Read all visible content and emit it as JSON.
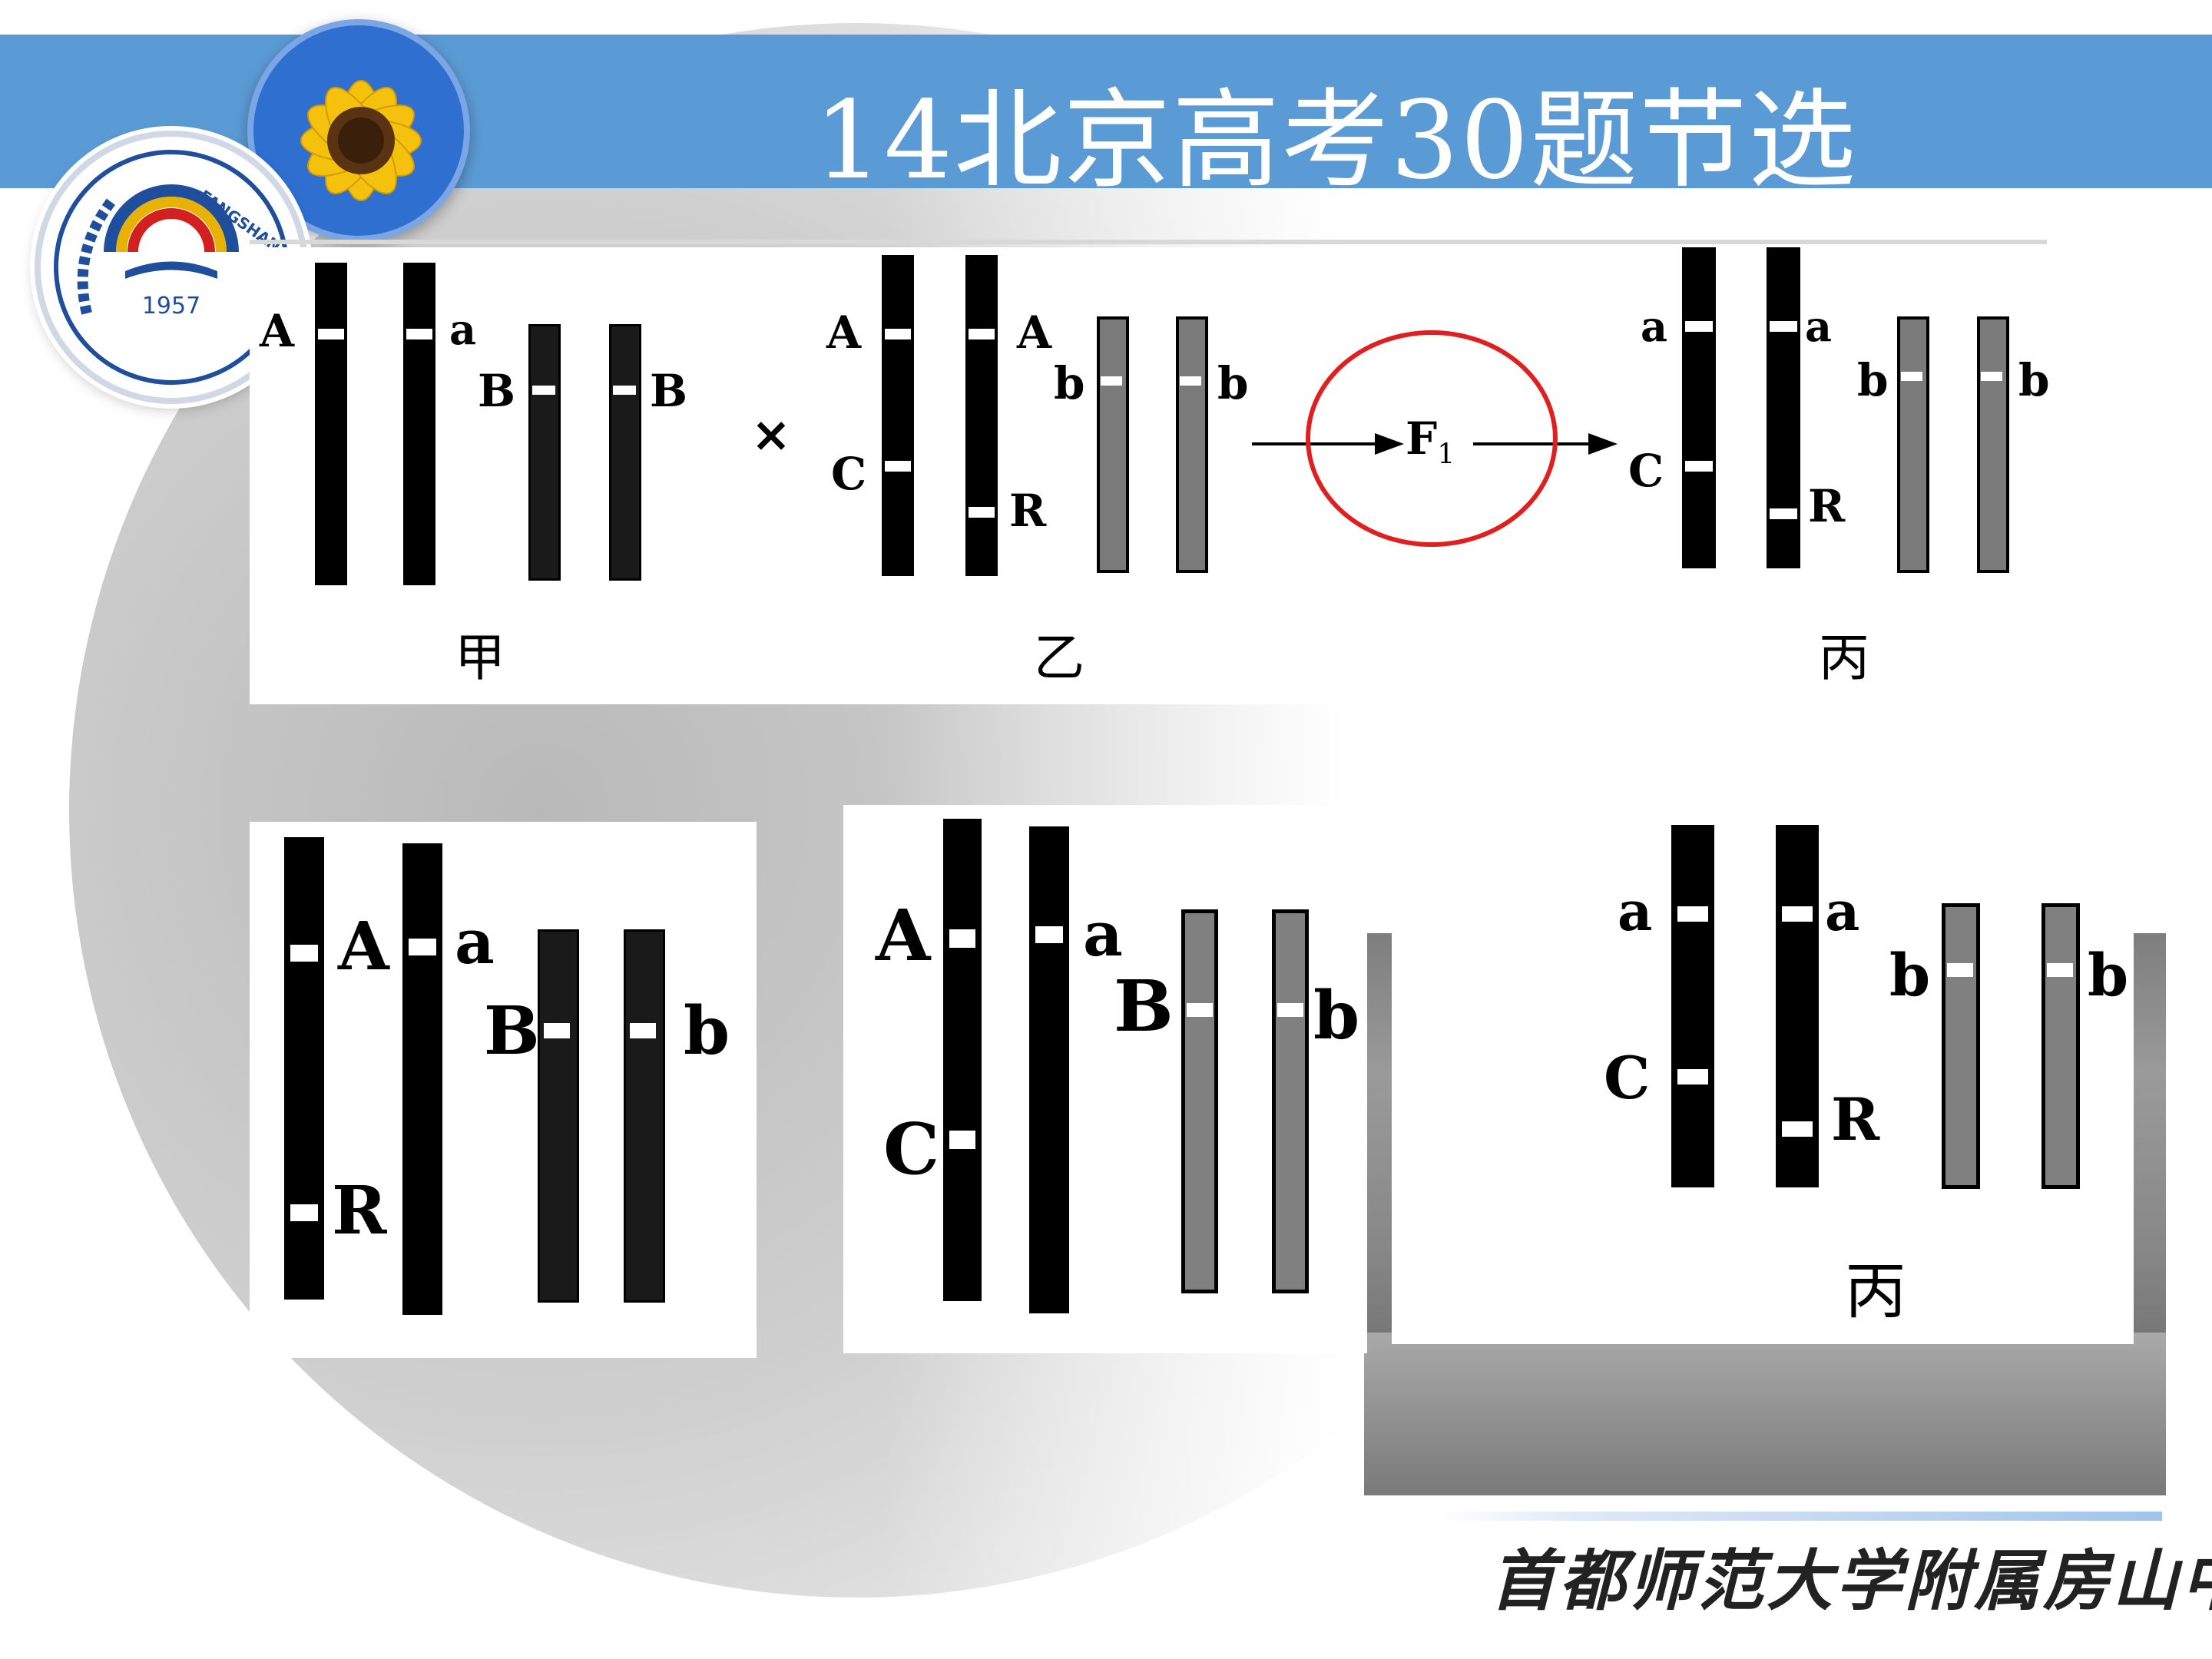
{
  "title": "14北京高考30题节选",
  "footer": "首都师范大学附属房山中学",
  "logo": {
    "year": "1957",
    "ring_text": "FANGSHAN MIDDLE SCHOOL AFFILIATED TO CNU"
  },
  "cross": {
    "symbol": "×",
    "f1": "F",
    "f1_sub": "1"
  },
  "captions": {
    "jia": "甲",
    "yi": "乙",
    "bing": "丙",
    "bing2": "丙"
  },
  "colors": {
    "banner": "#5b9bd5",
    "ellipse": "#e02020",
    "title": "#ffffff"
  },
  "labels": {
    "t_jia_A": "A",
    "t_jia_a": "a",
    "t_jia_B1": "B",
    "t_jia_B2": "B",
    "t_yi_A1": "A",
    "t_yi_C": "C",
    "t_yi_A2": "A",
    "t_yi_R": "R",
    "t_yi_b1": "b",
    "t_yi_b2": "b",
    "t_bing_a1": "a",
    "t_bing_C": "C",
    "t_bing_a2": "a",
    "t_bing_R": "R",
    "t_bing_b1": "b",
    "t_bing_b2": "b",
    "b1_A": "A",
    "b1_R": "R",
    "b1_a": "a",
    "b1_B": "B",
    "b1_b": "b",
    "b2_A": "A",
    "b2_C": "C",
    "b2_a": "a",
    "b2_B": "B",
    "b2_b": "b",
    "b3_a1": "a",
    "b3_C": "C",
    "b3_a2": "a",
    "b3_R": "R",
    "b3_b1": "b",
    "b3_b2": "b"
  }
}
